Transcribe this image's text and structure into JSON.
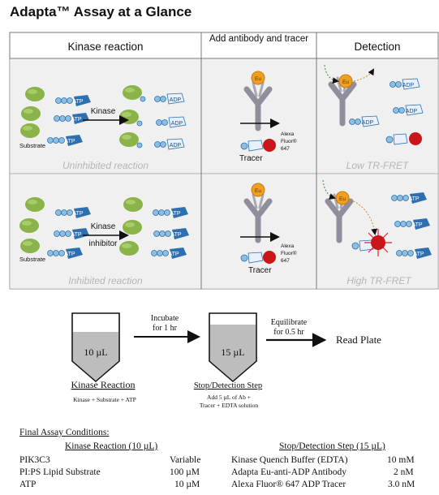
{
  "title": "Adapta™ Assay at a Glance",
  "columns": {
    "kinase": "Kinase reaction",
    "antibody": "Add antibody and tracer",
    "detection": "Detection"
  },
  "row1": {
    "caption": "Uninhibited reaction",
    "detection_caption": "Low TR-FRET",
    "arrow_label": "Kinase"
  },
  "row2": {
    "caption": "Inhibited reaction",
    "detection_caption": "High TR-FRET",
    "arrow_label_1": "Kinase",
    "arrow_label_2": "inhibitor"
  },
  "labels": {
    "substrate": "Substrate",
    "atp": "ATP",
    "adp": "ADP",
    "eu": "Eu",
    "tracer": "Tracer",
    "alexa_1": "Alexa",
    "alexa_2": "Fluor®",
    "alexa_3": "647"
  },
  "workflow": {
    "step1_top_1": "Incubate",
    "step1_top_2": "for 1 hr",
    "tube1_volume": "10 µL",
    "tube1_title": "Kinase Reaction",
    "tube1_sub": "Kinase + Substrate + ATP",
    "tube2_volume": "15 µL",
    "tube2_title": "Stop/Detection Step",
    "tube2_sub_1": "Add 5 µL of Ab +",
    "tube2_sub_2": "Tracer + EDTA solution",
    "step2_top_1": "Equilibrate",
    "step2_top_2": "for 0.5 hr",
    "end": "Read Plate"
  },
  "final": {
    "heading": "Final Assay Conditions:",
    "left_header": "Kinase Reaction (10 µL)",
    "right_header": "Stop/Detection Step (15 µL)",
    "left_rows": [
      {
        "name": "PIK3C3",
        "value": "Variable"
      },
      {
        "name": "PI:PS Lipid Substrate",
        "value": "100 µM"
      },
      {
        "name": "ATP",
        "value": "10 µM"
      }
    ],
    "right_rows": [
      {
        "name": "Kinase Quench Buffer (EDTA)",
        "value": "10 mM"
      },
      {
        "name": "Adapta Eu-anti-ADP Antibody",
        "value": "2 nM"
      },
      {
        "name": "Alexa Fluor® 647 ADP Tracer",
        "value": "3.0 nM"
      }
    ]
  },
  "colors": {
    "substrate": "#8ab34a",
    "atp_blue": "#2e6fb0",
    "bead": "#8cbfdf",
    "antibody": "#8f8f9c",
    "europium": "#f0a020",
    "tracer_red": "#c8161b",
    "caption": "#b5b5b5"
  }
}
